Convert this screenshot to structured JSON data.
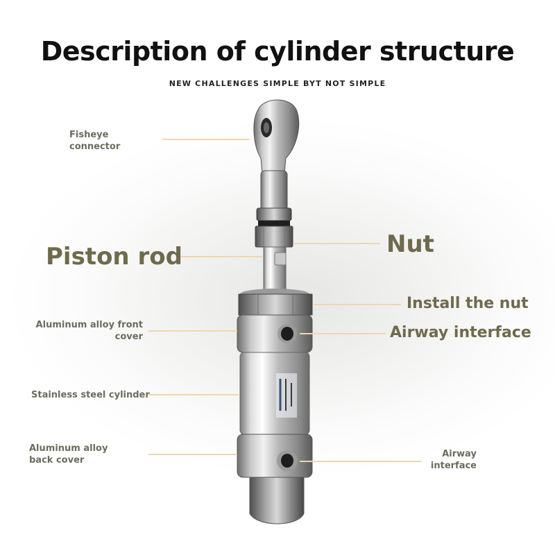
{
  "title": "Description of cylinder structure",
  "subtitle": "NEW CHALLENGES SIMPLE BYT NOT SIMPLE",
  "labels": {
    "fisheye": "Fisheye\nconnector",
    "piston_rod": "Piston rod",
    "nut": "Nut",
    "install_nut": "Install the nut",
    "front_cover": "Aluminum alloy front\ncover",
    "airway_top": "Airway interface",
    "steel_cylinder": "Stainless steel cylinder",
    "back_cover": "Aluminum alloy\nback cover",
    "airway_bottom": "Airway\ninterface"
  },
  "colors": {
    "label_large": "#6f6a4c",
    "label_small": "#6b6b5e",
    "leader_line": "#efd7ac",
    "title": "#111111"
  }
}
